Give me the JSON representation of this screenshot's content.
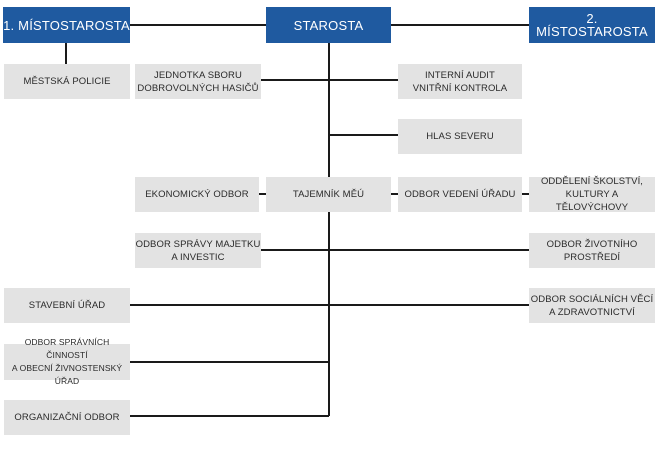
{
  "colors": {
    "head_fill": "#1f5aa0",
    "unit_fill": "#e3e3e3",
    "line": "#1a1a1a"
  },
  "org": {
    "mayor": "STAROSTA",
    "deputy1": "1. MÍSTOSTAROSTA",
    "deputy2": "2. MÍSTOSTAROSTA",
    "secretary": "TAJEMNÍK MěÚ",
    "units": {
      "police": "MĚSTSKÁ POLICIE",
      "firefighters": "JEDNOTKA SBORU\nDOBROVOLNÝCH HASIČŮ",
      "audit": "INTERNÍ AUDIT\nVNITŘNÍ KONTROLA",
      "hlas": "HLAS SEVERU",
      "economic": "EKONOMICKÝ ODBOR",
      "office_mgmt": "ODBOR VEDENÍ ÚŘADU",
      "school_culture": "ODDĚLENÍ ŠKOLSTVÍ,\nKULTURY A TĚLOVÝCHOVY",
      "property": "ODBOR SPRÁVY MAJETKU\nA INVESTIC",
      "environment": "ODBOR ŽIVOTNÍHO\nPROSTŘEDÍ",
      "building": "STAVEBNÍ ÚŘAD",
      "social": "ODBOR SOCIÁLNÍCH VĚCÍ\nA ZDRAVOTNICTVÍ",
      "admin": "ODBOR SPRÁVNÍCH ČINNOSTÍ\nA OBECNÍ ŽIVNOSTENSKÝ ÚŘAD",
      "organizational": "ORGANIZAČNÍ ODBOR"
    }
  }
}
